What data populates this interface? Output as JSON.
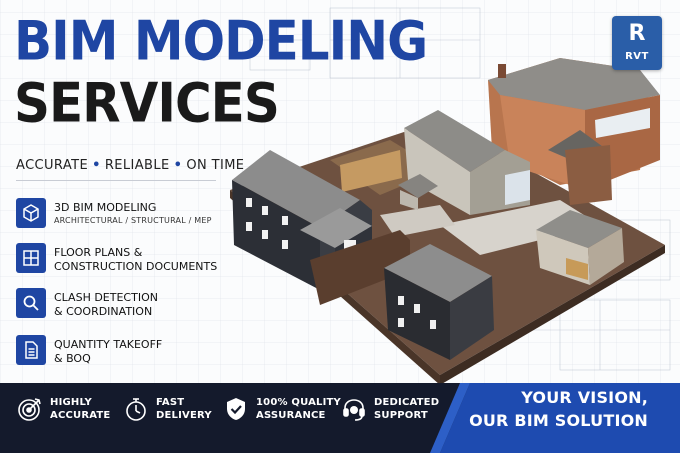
{
  "header": {
    "title_line1": "BIM MODELING",
    "title_line2": "SERVICES",
    "tagline": [
      "ACCURATE",
      "RELIABLE",
      "ON TIME"
    ]
  },
  "badge": {
    "letter": "R",
    "label": "RVT"
  },
  "services": [
    {
      "icon": "cube-icon",
      "title": "3D BIM MODELING",
      "subtitle": "ARCHITECTURAL / STRUCTURAL / MEP"
    },
    {
      "icon": "floor-plan-icon",
      "title_lines": [
        "FLOOR PLANS &",
        "CONSTRUCTION DOCUMENTS"
      ]
    },
    {
      "icon": "magnifier-icon",
      "title_lines": [
        "CLASH DETECTION",
        "& COORDINATION"
      ]
    },
    {
      "icon": "document-icon",
      "title_lines": [
        "QUANTITY TAKEOFF",
        "& BOQ"
      ]
    }
  ],
  "features": [
    {
      "icon": "target-icon",
      "lines": [
        "HIGHLY",
        "ACCURATE"
      ]
    },
    {
      "icon": "stopwatch-icon",
      "lines": [
        "FAST",
        "DELIVERY"
      ]
    },
    {
      "icon": "shield-check-icon",
      "lines": [
        "100% QUALITY",
        "ASSURANCE"
      ]
    },
    {
      "icon": "headset-icon",
      "lines": [
        "DEDICATED",
        "SUPPORT"
      ]
    }
  ],
  "slogan": {
    "line1": "YOUR VISION,",
    "line2": "OUR BIM SOLUTION"
  },
  "colors": {
    "brand_blue": "#1f46a3",
    "dark_navy": "#141a2c",
    "banner_blue": "#1e4bb0",
    "text_dark": "#1a1a1a"
  }
}
